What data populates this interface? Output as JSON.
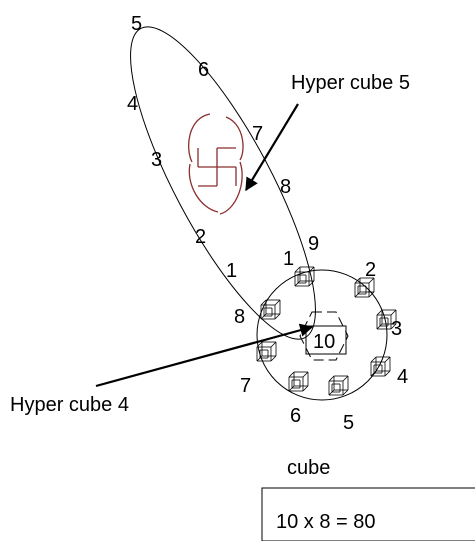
{
  "ellipse_labels": [
    "5",
    "6",
    "4",
    "7",
    "3",
    "8",
    "2",
    "9",
    "1"
  ],
  "circle_labels": [
    "1",
    "2",
    "3",
    "4",
    "5",
    "6",
    "7",
    "8"
  ],
  "center_label": "10",
  "annotations": {
    "hyper_cube_5": "Hyper cube 5",
    "hyper_cube_4": "Hyper cube 4"
  },
  "caption": {
    "heading": "cube",
    "formula": "10 x 8 = 80"
  },
  "colors": {
    "line": "#000000",
    "swastika": "#8b2e2e",
    "cube_face": "#ffffff"
  },
  "icons": [
    "swastika-symbol",
    "hypercube-icon",
    "arrow-icon"
  ]
}
